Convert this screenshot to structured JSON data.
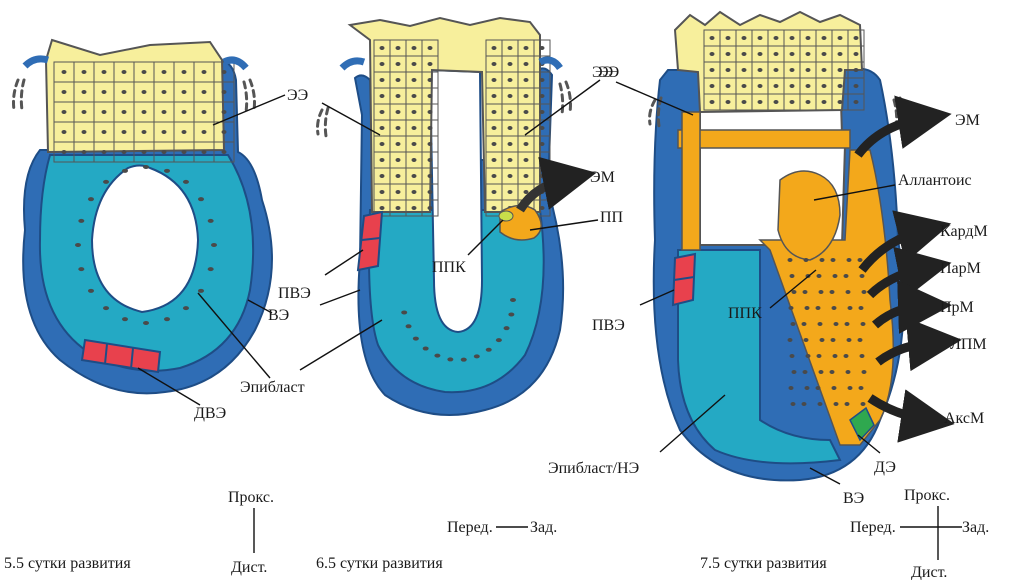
{
  "colors": {
    "outer_endoderm": "#2f6db5",
    "epiblast": "#24a9c4",
    "extraembryonic_ectoderm": "#f7ef9c",
    "mesoderm": "#f3a81b",
    "red_ve": "#e8414d",
    "def_endoderm": "#2fa84f",
    "nuclei": "#4a4a4a",
    "arrows": "#222222"
  },
  "stage1": {
    "caption": "5.5 сутки развития",
    "labels": {
      "ee": "ЭЭ",
      "ve": "ВЭ",
      "epiblast": "Эпибласт",
      "dve": "ДВЭ"
    }
  },
  "stage2": {
    "caption": "6.5 сутки развития",
    "labels": {
      "ee": "ЭЭ",
      "em": "ЭМ",
      "pp": "ПП",
      "ppk": "ППК",
      "pve": "ПВЭ"
    }
  },
  "stage3": {
    "caption": "7.5 сутки развития",
    "labels": {
      "ee": "ЭЭ",
      "em": "ЭМ",
      "allantois": "Аллантоис",
      "kardm": "КардМ",
      "parm": "ПарМ",
      "prm": "ПрМ",
      "lpm": "ЛПМ",
      "aksm": "АксМ",
      "de": "ДЭ",
      "ppk": "ППК",
      "pve": "ПВЭ",
      "epi_ne": "Эпибласт/НЭ",
      "ve": "ВЭ"
    }
  },
  "axes": {
    "prox": "Прокс.",
    "dist": "Дист.",
    "ant": "Перед.",
    "post": "Зад."
  }
}
